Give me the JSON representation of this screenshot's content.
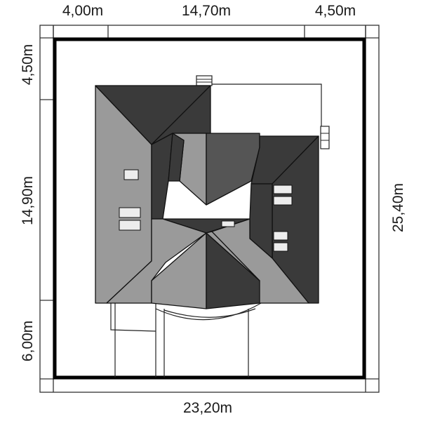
{
  "dimensions": {
    "top_left": "4,00m",
    "top_middle": "14,70m",
    "top_right": "4,50m",
    "left_top": "4,50m",
    "left_middle": "14,90m",
    "left_bottom": "6,00m",
    "right_total": "25,40m",
    "bottom_total": "23,20m"
  },
  "colors": {
    "roof_light": "#9a9a9a",
    "roof_dark": "#3a3a3a",
    "roof_mid": "#555555",
    "plot_border": "#000000",
    "window": "#ededed"
  }
}
